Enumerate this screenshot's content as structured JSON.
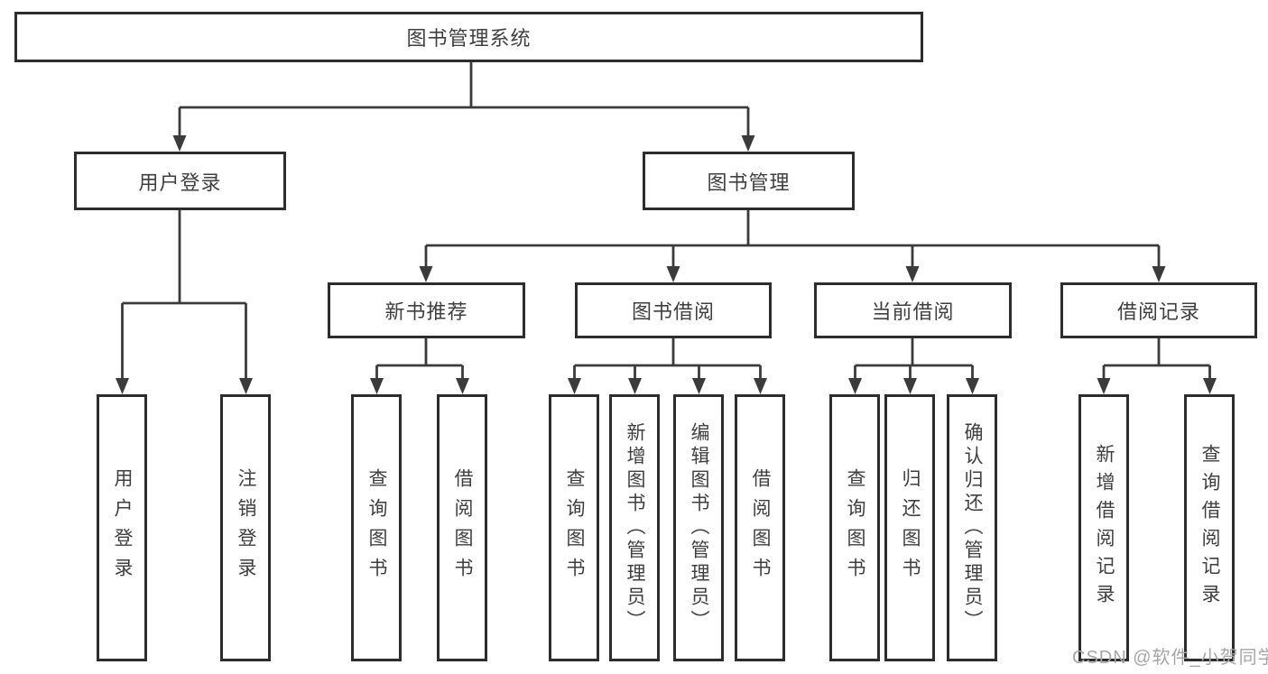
{
  "colors": {
    "line": "#3b3b3b",
    "box_border": "#2d2d2d",
    "text": "#3f3f3f",
    "watermark_text": "#a6a6a6",
    "background": "#ffffff"
  },
  "tree": {
    "root": {
      "label": "图书管理系统"
    },
    "branches": [
      {
        "label": "用户登录",
        "children": [
          {
            "label": "用户登录"
          },
          {
            "label": "注销登录"
          }
        ]
      },
      {
        "label": "图书管理",
        "children": [
          {
            "label": "新书推荐",
            "children": [
              {
                "label": "查询图书"
              },
              {
                "label": "借阅图书"
              }
            ]
          },
          {
            "label": "图书借阅",
            "children": [
              {
                "label": "查询图书"
              },
              {
                "label": "新增图书（管理员）"
              },
              {
                "label": "编辑图书（管理员）"
              },
              {
                "label": "借阅图书"
              }
            ]
          },
          {
            "label": "当前借阅",
            "children": [
              {
                "label": "查询图书"
              },
              {
                "label": "归还图书"
              },
              {
                "label": "确认归还（管理员）"
              }
            ]
          },
          {
            "label": "借阅记录",
            "children": [
              {
                "label": "新增借阅记录"
              },
              {
                "label": "查询借阅记录"
              }
            ]
          }
        ]
      }
    ]
  },
  "watermark": {
    "text": "CSDN @软件_小贺同学"
  }
}
